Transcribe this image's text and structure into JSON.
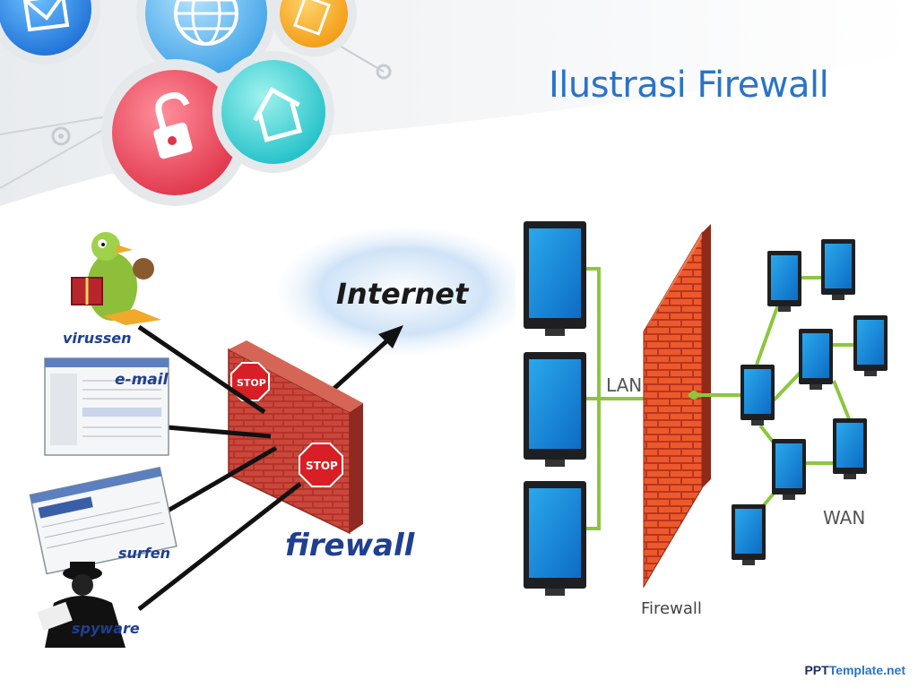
{
  "slide": {
    "title": "Ilustrasi Firewall",
    "title_color": "#2b73c8",
    "brand_prefix": "PPT",
    "brand_suffix": "Template.net",
    "brand_prefix_color": "#1b2f5c",
    "brand_suffix_color": "#2b73c8"
  },
  "decor_icons": [
    "envelope-icon",
    "globe-icon",
    "document-icon",
    "padlock-icon",
    "house-icon"
  ],
  "left_diagram": {
    "internet_label": "Internet",
    "firewall_label": "firewall",
    "stop_sign": "STOP",
    "threats": [
      "virussen",
      "e-mail",
      "surfen",
      "spyware"
    ],
    "threat_label_color": "#1f3f8f"
  },
  "right_diagram": {
    "lan_label": "LAN",
    "wan_label": "WAN",
    "firewall_label": "Firewall",
    "link_color": "#8cc63f",
    "brick_color": "#e8502a"
  }
}
